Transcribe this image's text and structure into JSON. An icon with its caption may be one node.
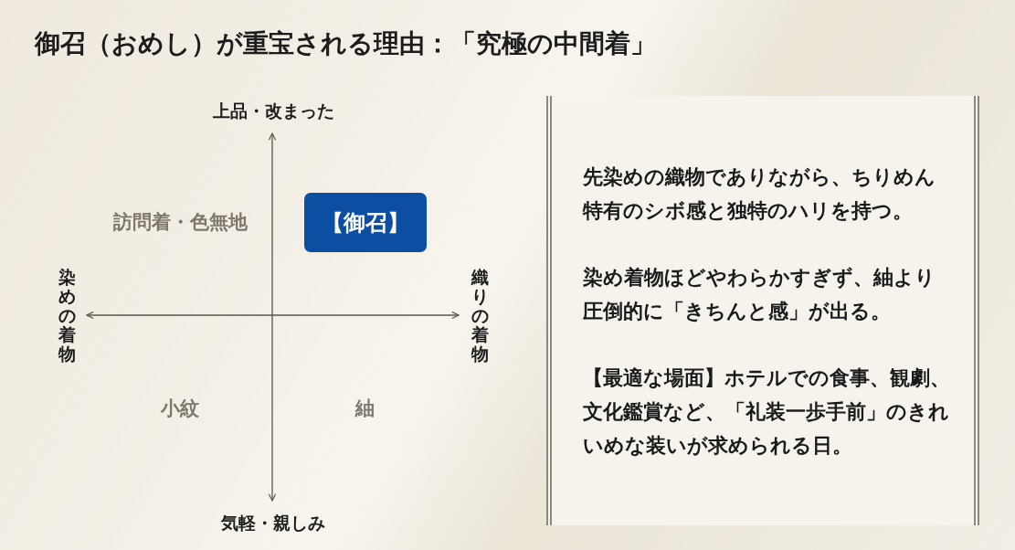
{
  "diagram": {
    "title": "御召（おめし）が重宝される理由：「究極の中間着」",
    "nodes": [
      {
        "text": [
          "【御召】"
        ]
      }
    ],
    "labels": [
      "上品・改まった",
      "訪問着・色無地",
      "染めの着物",
      "織りの着物",
      "小紋",
      "紬",
      "気軽・親しみ",
      "先染めの織物でありながら、ちりめん特有のシボ感と独特のハリを持つ。",
      "染め着物ほどやわらかすぎず、紬より圧倒的に「きちんと感」が出る。",
      "【最適な場面】ホテルでの食事、観劇、文化鑑賞など、「礼装一歩手前」のきれいめな装いが求められる日。"
    ]
  }
}
